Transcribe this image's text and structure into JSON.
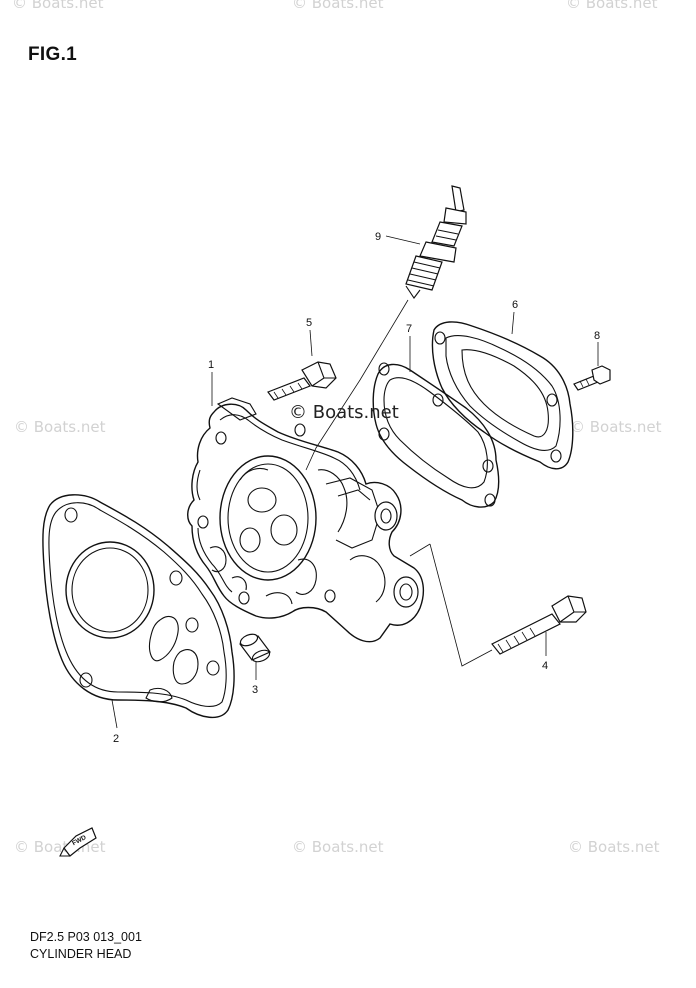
{
  "figure": {
    "title": "FIG.1",
    "code": "DF2.5 P03 013_001",
    "caption": "CYLINDER HEAD"
  },
  "watermark": {
    "text": "© Boats.net",
    "color": "#d2d2d2"
  },
  "center_watermark": "© Boats.net",
  "fwd_label": "FWD",
  "callouts": [
    {
      "id": "c1",
      "label": "1"
    },
    {
      "id": "c2",
      "label": "2"
    },
    {
      "id": "c3",
      "label": "3"
    },
    {
      "id": "c4",
      "label": "4"
    },
    {
      "id": "c5",
      "label": "5"
    },
    {
      "id": "c6",
      "label": "6"
    },
    {
      "id": "c7",
      "label": "7"
    },
    {
      "id": "c8",
      "label": "8"
    },
    {
      "id": "c9",
      "label": "9"
    }
  ]
}
